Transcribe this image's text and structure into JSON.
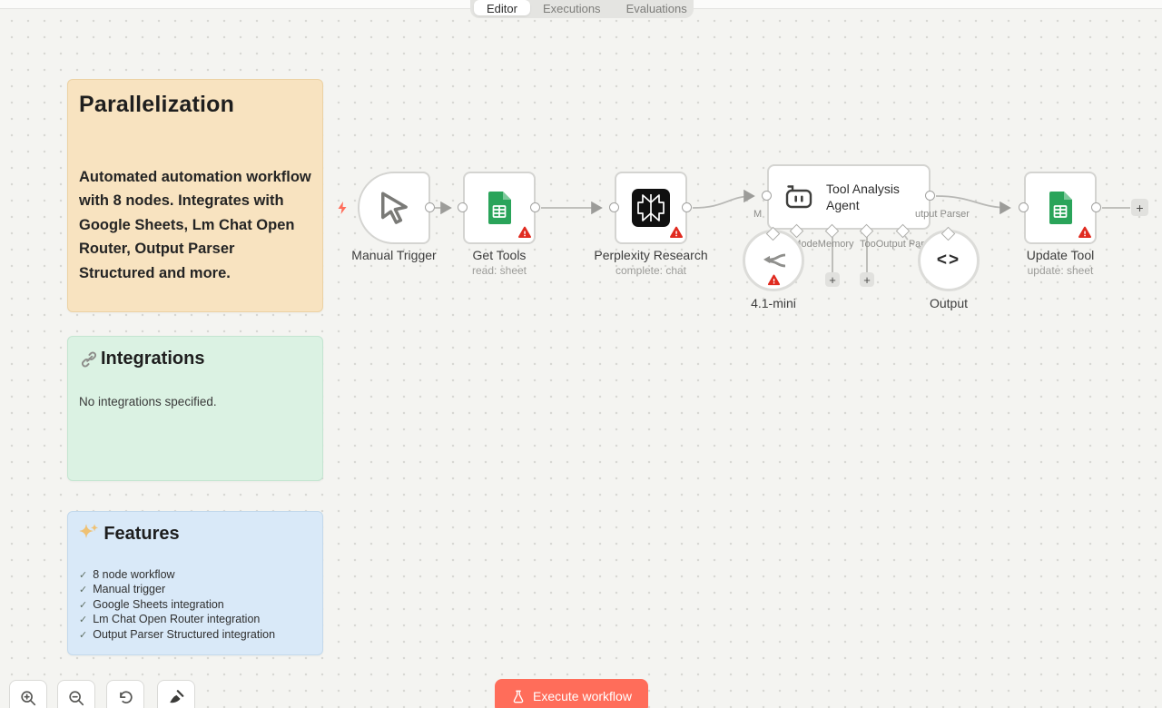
{
  "tabs": {
    "items": [
      {
        "label": "Editor",
        "active": true
      },
      {
        "label": "Executions",
        "active": false
      },
      {
        "label": "Evaluations",
        "active": false
      }
    ]
  },
  "sticky_notes": {
    "overview": {
      "title": "Parallelization",
      "body": "Automated automation workflow with 8 nodes. Integrates with Google Sheets, Lm Chat Open Router, Output Parser Structured and more."
    },
    "integrations": {
      "icon": "link-icon",
      "title": "Integrations",
      "body": "No integrations specified."
    },
    "features": {
      "icon": "sparkles-icon",
      "title": "Features",
      "check": "✓",
      "items": [
        "8 node workflow",
        "Manual trigger",
        "Google Sheets integration",
        "Lm Chat Open Router integration",
        "Output Parser Structured integration"
      ]
    }
  },
  "workflow": {
    "nodes": {
      "manual_trigger": {
        "label": "Manual Trigger",
        "icon": "cursor-icon"
      },
      "get_tools": {
        "label": "Get Tools",
        "subtitle": "read: sheet",
        "icon": "google-sheets-icon",
        "warning": true
      },
      "perplexity_research": {
        "label": "Perplexity Research",
        "subtitle": "complete: chat",
        "icon": "perplexity-icon",
        "warning": true
      },
      "tool_analysis_agent": {
        "label": "Tool Analysis Agent",
        "icon": "robot-icon"
      },
      "model": {
        "label": "4.1-mini",
        "icon": "openrouter-icon",
        "warning": true
      },
      "output": {
        "label": "Output",
        "icon_glyph": "<>"
      },
      "update_tool": {
        "label": "Update Tool",
        "subtitle": "update: sheet",
        "icon": "google-sheets-icon",
        "warning": true
      }
    },
    "port_labels": {
      "left_fragment": "M",
      "right_fragment": "utput Parser",
      "row_left": "Chat ModeMemory",
      "row_right": "TooOutput Parser"
    },
    "add_node_glyph": "+"
  },
  "footer": {
    "execute_button": {
      "label": "Execute workflow",
      "icon": "flask-icon"
    },
    "canvas_controls": [
      {
        "icon": "zoom-in-icon"
      },
      {
        "icon": "zoom-out-icon"
      },
      {
        "icon": "undo-icon"
      },
      {
        "icon": "tidy-up-icon"
      }
    ]
  },
  "colors": {
    "accent": "#ff6d5a",
    "warning": "#e02b20",
    "sheets_green": "#2aa45a",
    "note_orange": "#f8e3c0",
    "note_green": "#dbf2e3",
    "note_blue": "#d9e9f8",
    "canvas_bg": "#f4f4f1"
  }
}
